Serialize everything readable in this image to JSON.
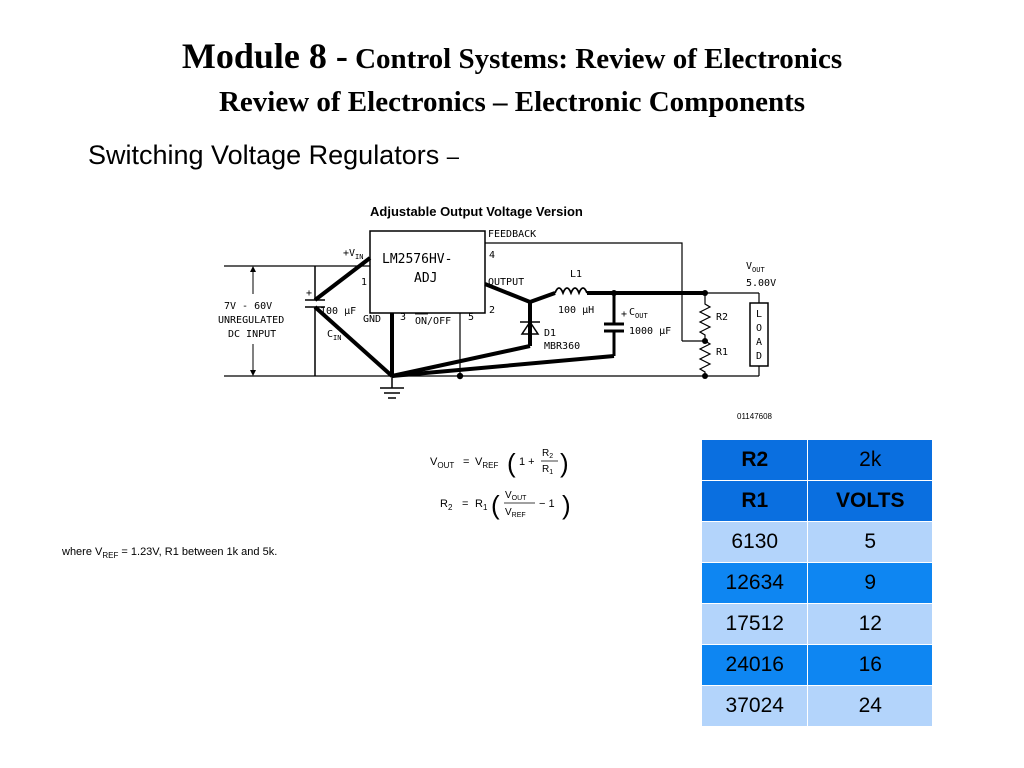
{
  "title": {
    "prefix": "Module 8 -",
    "main": "Control Systems: Review of Electronics",
    "sub": "Review of Electronics – Electronic Components"
  },
  "section_heading": "Switching Voltage Regulators",
  "section_dash": "–",
  "schematic": {
    "title": "Adjustable Output Voltage Version",
    "ic_name_line1": "LM2576HV-",
    "ic_name_line2": "ADJ",
    "feedback": "FEEDBACK",
    "pin4": "4",
    "vin_label": "+V",
    "vin_sub": "IN",
    "pin1": "1",
    "output": "OUTPUT",
    "pin2": "2",
    "gnd": "GND",
    "pin3": "3",
    "onoff": "ON/OFF",
    "pin5": "5",
    "input_line1": "7V - 60V",
    "input_line2": "UNREGULATED",
    "input_line3": "DC INPUT",
    "cin_value": "100 μF",
    "cin_label": "C",
    "cin_sub": "IN",
    "l1_label": "L1",
    "l1_value": "100 μH",
    "d1_label": "D1",
    "d1_part": "MBR360",
    "cout_label": "C",
    "cout_sub": "OUT",
    "cout_value": "1000 μF",
    "plus": "+",
    "r2": "R2",
    "r1": "R1",
    "vout_label": "V",
    "vout_sub": "OUT",
    "vout_value": "5.00V",
    "load_letters": [
      "L",
      "O",
      "A",
      "D"
    ]
  },
  "figure_code": "01147608",
  "equations": {
    "eq1": {
      "lhs": "V",
      "lhs_sub": "OUT",
      "eq": "=",
      "vref": "V",
      "vref_sub": "REF",
      "one_plus": "1 +",
      "num": "R",
      "num_sub": "2",
      "den": "R",
      "den_sub": "1"
    },
    "eq2": {
      "lhs": "R",
      "lhs_sub": "2",
      "eq": "=",
      "r1": "R",
      "r1_sub": "1",
      "num": "V",
      "num_sub": "OUT",
      "den": "V",
      "den_sub": "REF",
      "minus_one": "− 1"
    }
  },
  "where_note": {
    "text_a": "where V",
    "sub": "REF",
    "text_b": " = 1.23V, R1 between 1k and 5k."
  },
  "table": {
    "header1": [
      "R2",
      "2k"
    ],
    "header2": [
      "R1",
      "VOLTS"
    ],
    "rows": [
      [
        "6130",
        "5"
      ],
      [
        "12634",
        "9"
      ],
      [
        "17512",
        "12"
      ],
      [
        "24016",
        "16"
      ],
      [
        "37024",
        "24"
      ]
    ]
  },
  "colors": {
    "header_blue": "#0a6fe0",
    "row_light": "#b3d4fb",
    "row_mid": "#0e86f2"
  }
}
